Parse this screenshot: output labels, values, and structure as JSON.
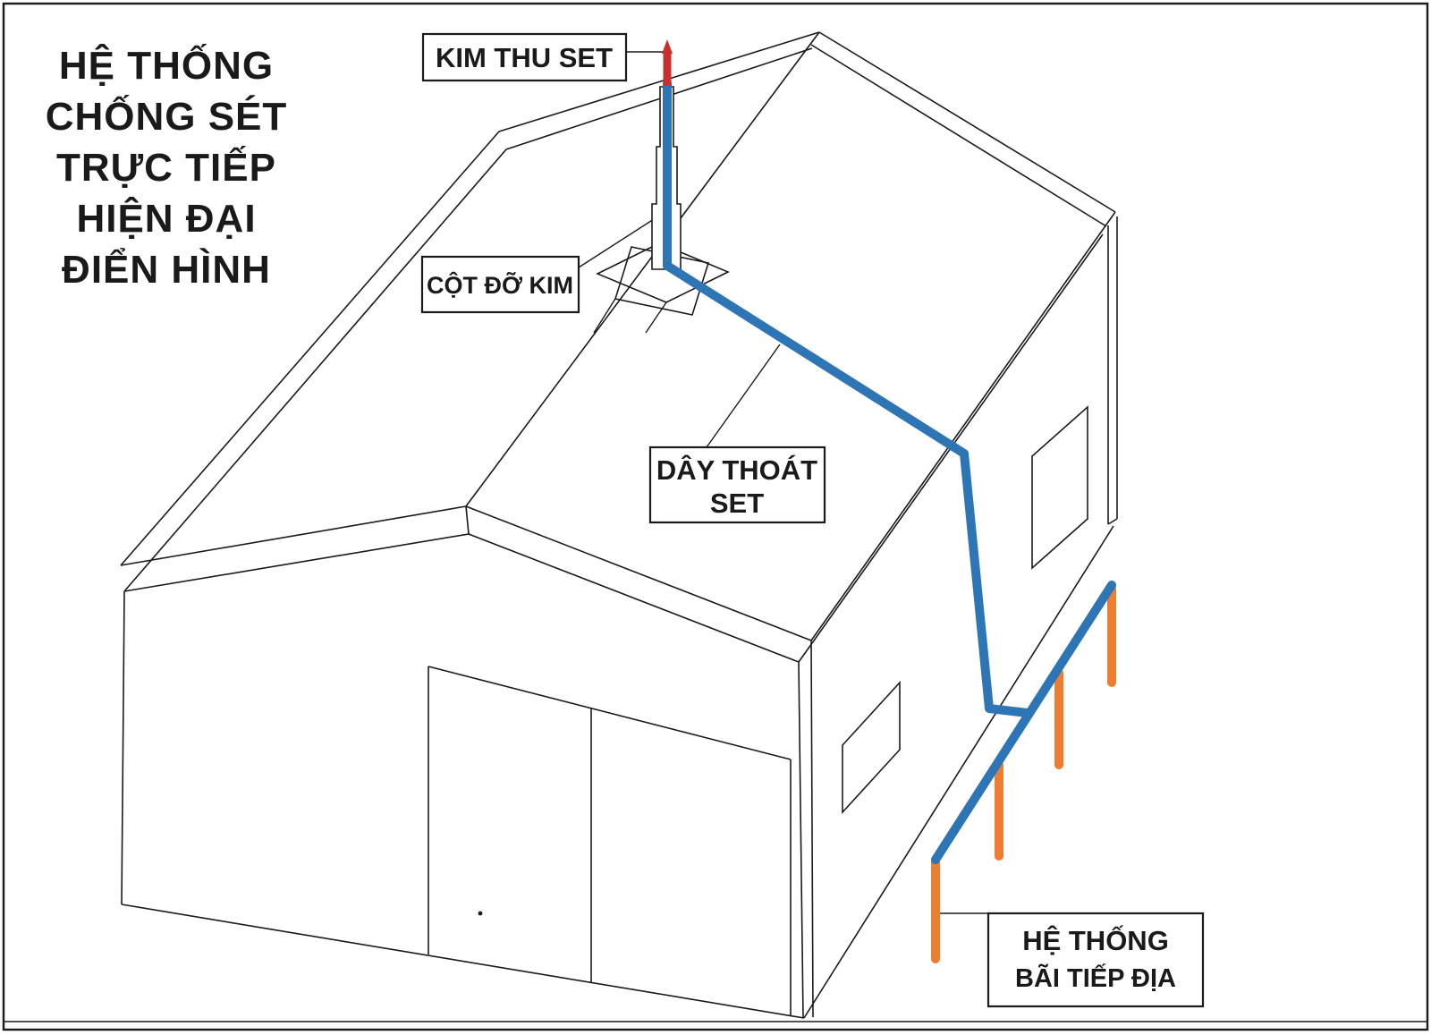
{
  "diagram_title": {
    "lines": [
      "HỆ THỐNG",
      "CHỐNG SÉT",
      "TRỰC TIẾP",
      "HIỆN ĐẠI",
      "ĐIỂN HÌNH"
    ]
  },
  "labels": {
    "air_terminal": "KIM THU SET",
    "support_pole": "CỘT ĐỠ KIM",
    "down_conductor": {
      "line1": "DÂY THOÁT",
      "line2": "SET"
    },
    "grounding_system": {
      "line1": "HỆ THỐNG",
      "line2": "BÃI TIẾP ĐỊA"
    }
  },
  "colors": {
    "line_black": "#1a1a1a",
    "conductor_blue": "#2E75B6",
    "ground_rod_orange": "#ED7D31",
    "air_terminal_red": "#C9302B",
    "background": "#FFFFFF"
  }
}
